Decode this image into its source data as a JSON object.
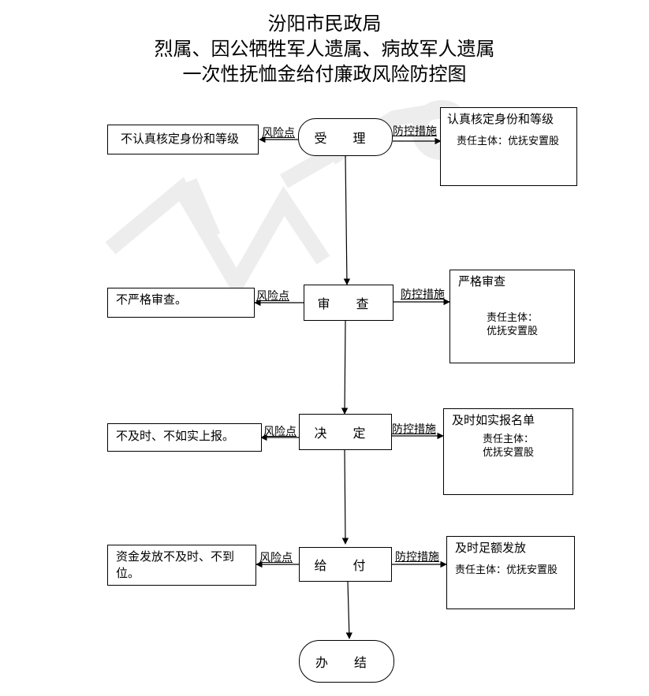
{
  "title": {
    "line1": "汾阳市民政局",
    "line2": "烈属、因公牺牲军人遗属、病故军人遗属",
    "line3": "一次性抚恤金给付廉政风险防控图"
  },
  "labels": {
    "risk_point": "风险点",
    "control_measure": "防控措施"
  },
  "steps": [
    {
      "name": "受 理",
      "risk": "不认真核定身份和等级",
      "measure": "认真核定身份和等级",
      "owner": "责任主体：优抚安置股"
    },
    {
      "name": "审 查",
      "risk": "不严格审查。",
      "measure": "严格审查",
      "owner": "责任主体：\n优抚安置股"
    },
    {
      "name": "决 定",
      "risk": "不及时、不如实上报。",
      "measure": "及时如实报名单",
      "owner": "责任主体：\n优抚安置股"
    },
    {
      "name": "给 付",
      "risk": "资金发放不及时、不到位。",
      "measure": "及时足额发放",
      "owner": "责任主体：优抚安置股"
    }
  ],
  "end": {
    "name": "办 结"
  },
  "colors": {
    "line": "#000000",
    "watermark": "#ececec"
  }
}
